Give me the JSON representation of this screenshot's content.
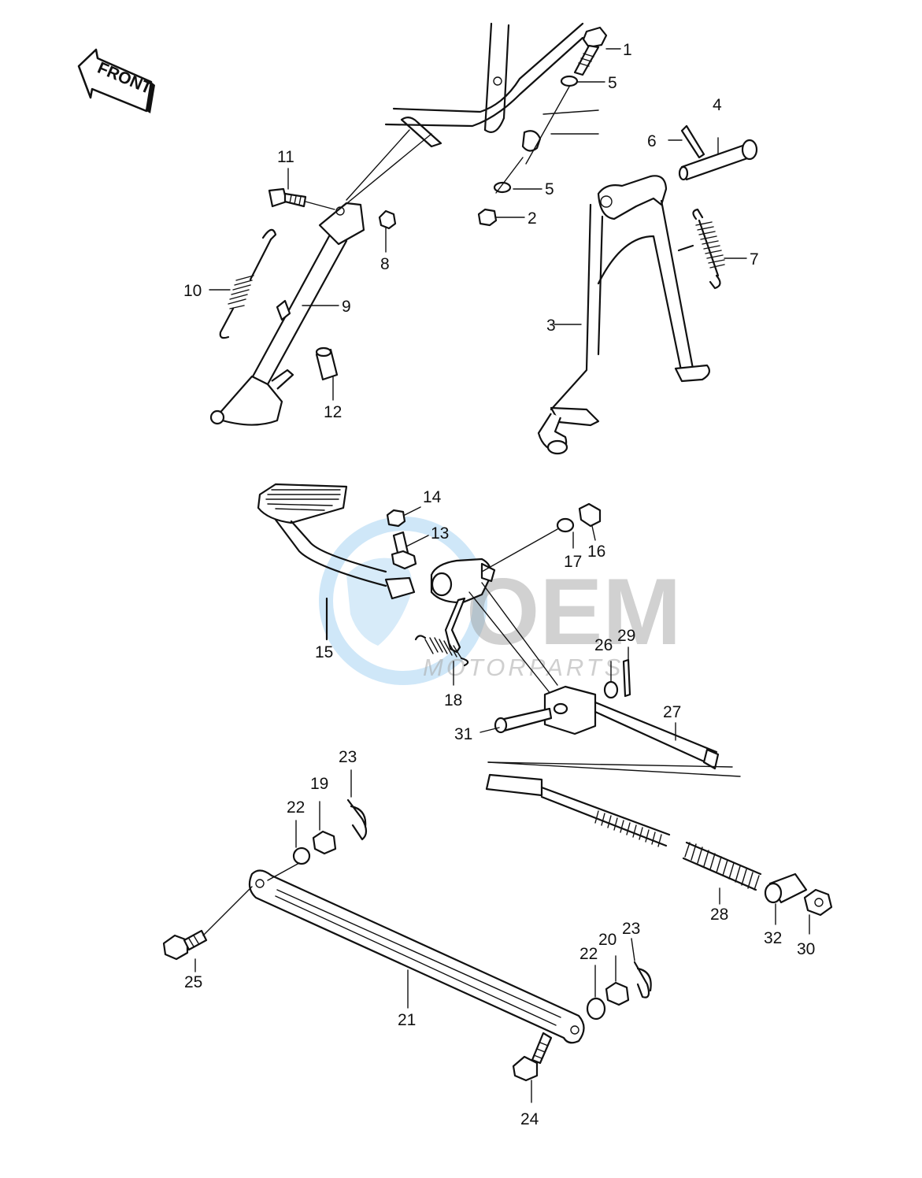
{
  "front_label": "FRONT",
  "watermark": {
    "brand": "OEM",
    "sub": "MOTORPARTS"
  },
  "callouts": {
    "p1": "1",
    "p2": "2",
    "p3": "3",
    "p4": "4",
    "p5a": "5",
    "p5b": "5",
    "p6": "6",
    "p7": "7",
    "p8": "8",
    "p9": "9",
    "p10": "10",
    "p11": "11",
    "p12": "12",
    "p13": "13",
    "p14": "14",
    "p15": "15",
    "p16": "16",
    "p17": "17",
    "p18": "18",
    "p19": "19",
    "p20": "20",
    "p21": "21",
    "p22a": "22",
    "p22b": "22",
    "p23a": "23",
    "p23b": "23",
    "p24": "24",
    "p25": "25",
    "p26": "26",
    "p27": "27",
    "p28": "28",
    "p29": "29",
    "p30": "30",
    "p31": "31",
    "p32": "32"
  },
  "colors": {
    "line": "#111111",
    "watermark_blue": "#5fb0e8",
    "watermark_grey": "#9a9a9a"
  }
}
